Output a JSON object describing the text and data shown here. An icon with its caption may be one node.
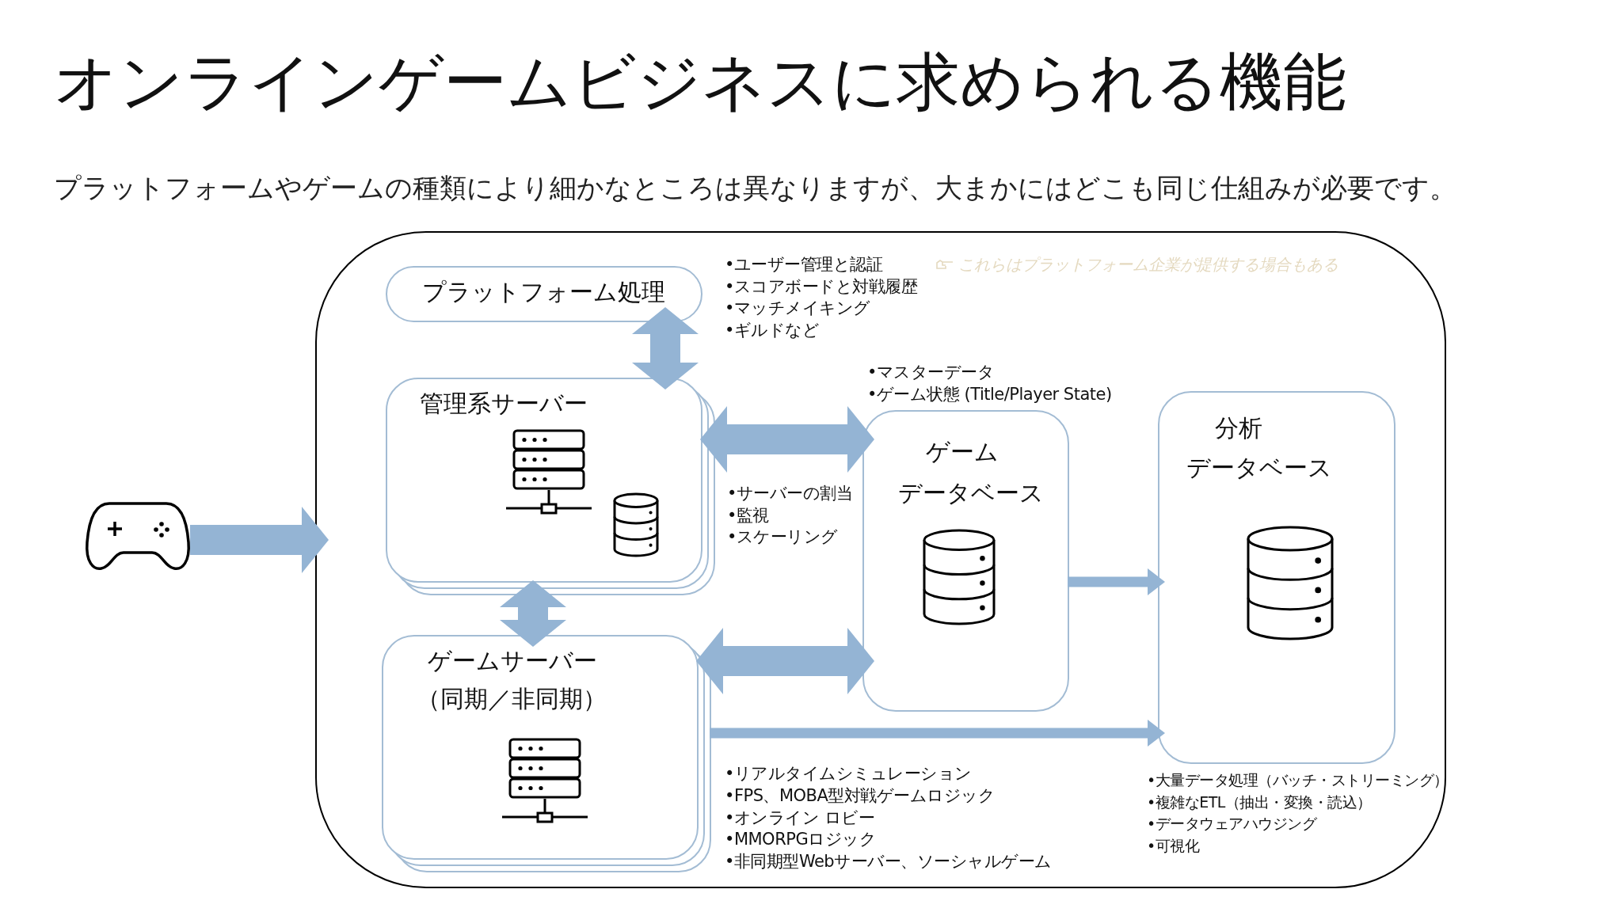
{
  "diagram": {
    "title": "オンラインゲームビジネスに求められる機能",
    "nodes": [
      {
        "text": [],
        "shape": "picture"
      },
      {
        "text": [],
        "shape": "box"
      },
      {
        "text": [
          "プラットフォーム処理"
        ],
        "in": 1,
        "beside": [
          "•ユーザー管理と認証",
          "•スコアボードと対戦履歴",
          "•マッチメイキング",
          "•ギルドなど"
        ]
      },
      {
        "text": [
          "管理系サーバー"
        ],
        "in": 1,
        "beside": [
          "•サーバーの割当",
          "•監視",
          "•スケーリング"
        ]
      },
      {
        "text": [
          "ゲーム",
          "データベース"
        ],
        "in": 1,
        "beside": [
          "•マスターデータ",
          "•ゲーム状態 (Title/Player State)"
        ]
      },
      {
        "text": [
          "分析",
          "データベース"
        ],
        "in": 1,
        "beside": [
          "•大量データ処理（バッチ・ストリーミング）",
          "•複雑なETL（抽出・変換・読込）",
          "•データウェアハウジング",
          "•可視化"
        ]
      },
      {
        "text": [
          "ゲームサーバー",
          "（同期／非同期）"
        ],
        "in": 1,
        "beside": [
          "•リアルタイムシミュレーション",
          "•FPS、MOBA型対戦ゲームロジック",
          "•オンライン ロビー",
          "•MMORPGロジック",
          "•非同期型Webサーバー、ソーシャルゲーム"
        ]
      }
    ],
    "edges": [
      {
        "from": 0,
        "to": 1,
        "arrow": "to"
      },
      {
        "from": 2,
        "to": 3,
        "arrow": "both"
      },
      {
        "from": 3,
        "to": 4,
        "arrow": "both"
      },
      {
        "from": 3,
        "to": 6,
        "arrow": "both"
      },
      {
        "from": 6,
        "to": 4,
        "arrow": "both"
      },
      {
        "from": 4,
        "to": 5,
        "arrow": "to"
      },
      {
        "from": 6,
        "to": 5,
        "arrow": "to"
      }
    ],
    "labels": [
      "プラットフォームやゲームの種類により細かなところは異なりますが、大まかにはどこも同じ仕組みが必要です。",
      "これらはプラットフォーム企業が提供する場合もある"
    ]
  }
}
